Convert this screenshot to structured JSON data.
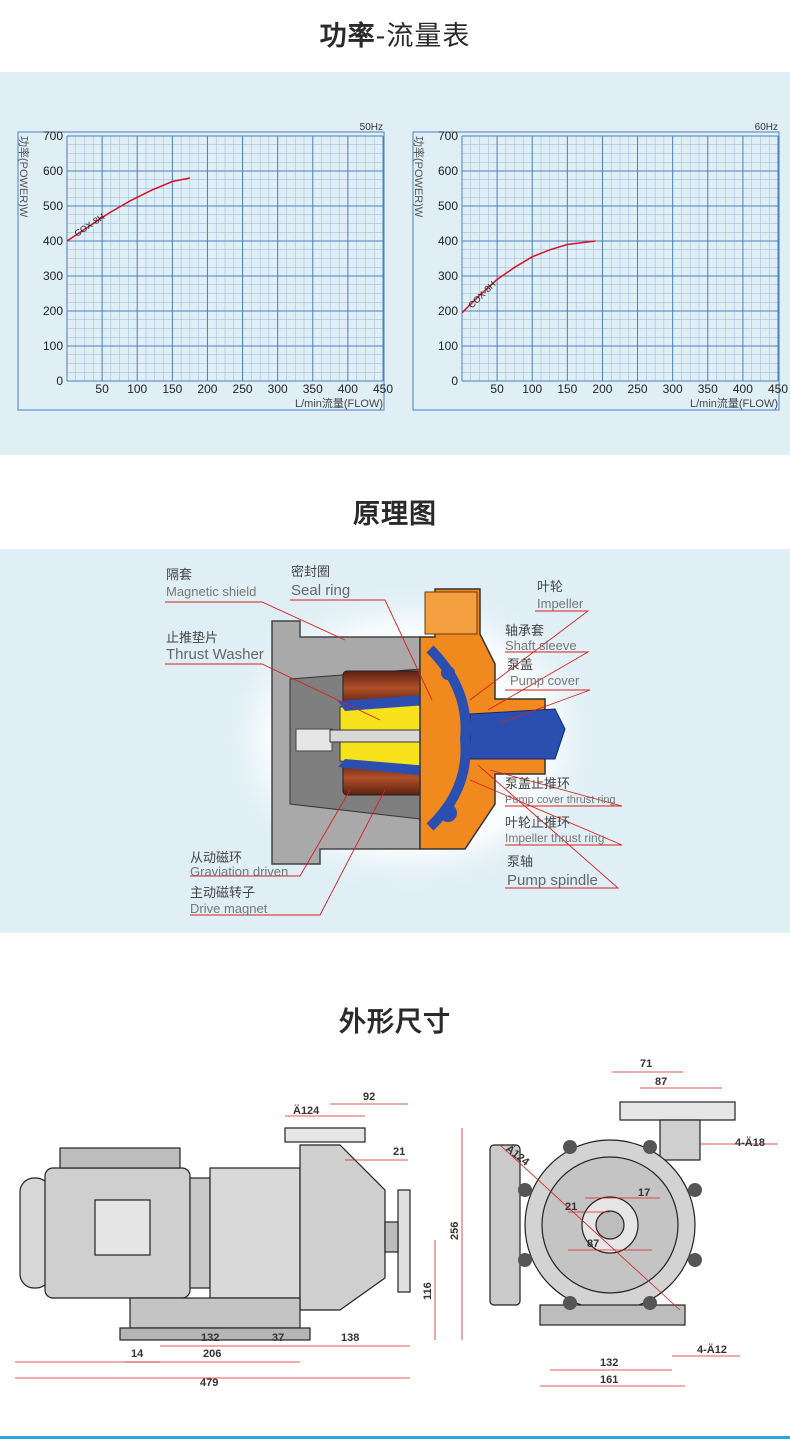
{
  "titles": {
    "power_flow_main": "功率",
    "power_flow_rest": "-流量表",
    "principle": "原理图",
    "dimensions": "外形尺寸"
  },
  "chart_data": [
    {
      "type": "line",
      "frequency_label": "50Hz",
      "ylabel": "功率(POWER)W",
      "xlabel": "L/min流量(FLOW)",
      "xlim": [
        0,
        450
      ],
      "ylim": [
        0,
        700
      ],
      "x_ticks": [
        "50",
        "100",
        "150",
        "200",
        "250",
        "300",
        "350",
        "400",
        "450"
      ],
      "y_ticks": [
        "0",
        "100",
        "200",
        "300",
        "400",
        "500",
        "600",
        "700"
      ],
      "grid": true,
      "series": [
        {
          "name": "COX-8H",
          "x": [
            0,
            30,
            60,
            90,
            120,
            150,
            175
          ],
          "y": [
            400,
            440,
            480,
            515,
            545,
            570,
            580
          ]
        }
      ]
    },
    {
      "type": "line",
      "frequency_label": "60Hz",
      "ylabel": "功率(POWER)W",
      "xlabel": "L/min流量(FLOW)",
      "xlim": [
        0,
        450
      ],
      "ylim": [
        0,
        700
      ],
      "x_ticks": [
        "50",
        "100",
        "150",
        "200",
        "250",
        "300",
        "350",
        "400",
        "450"
      ],
      "y_ticks": [
        "0",
        "100",
        "200",
        "300",
        "400",
        "500",
        "600",
        "700"
      ],
      "grid": true,
      "series": [
        {
          "name": "COX-8H",
          "x": [
            0,
            25,
            50,
            75,
            100,
            125,
            150,
            190
          ],
          "y": [
            195,
            245,
            290,
            325,
            355,
            375,
            390,
            400
          ]
        }
      ]
    }
  ],
  "diagram_labels": {
    "magnetic_shield_cn": "隔套",
    "magnetic_shield_en": "Magnetic shield",
    "seal_ring_cn": "密封圈",
    "seal_ring_en": "Seal ring",
    "thrust_washer_cn": "止推垫片",
    "thrust_washer_en": "Thrust Washer",
    "impeller_cn": "叶轮",
    "impeller_en": "Impeller",
    "shaft_sleeve_cn": "轴承套",
    "shaft_sleeve_en": "Shaft sleeve",
    "pump_cover_cn": "泵盖",
    "pump_cover_en": "Pump cover",
    "cover_thrust_cn": "泵盖止推环",
    "cover_thrust_en": "Pump cover thrust ring",
    "impeller_thrust_cn": "叶轮止推环",
    "impeller_thrust_en": "Impeller thrust ring",
    "pump_spindle_cn": "泵轴",
    "pump_spindle_en": "Pump spindle",
    "driven_cn": "从动磁环",
    "driven_en": "Graviation driven",
    "drive_cn": "主动磁转子",
    "drive_en": "Drive magnet"
  },
  "dimensions_side": {
    "d_124": "Ä124",
    "d_92": "92",
    "d_21": "21",
    "d_256": "256",
    "d_116": "116",
    "d_14": "14",
    "d_132": "132",
    "d_37": "37",
    "d_138": "138",
    "d_206": "206",
    "d_479": "479"
  },
  "dimensions_front": {
    "d_71": "71",
    "d_87_top": "87",
    "d_4a18": "4-Ä18",
    "d_124": "Ä124",
    "d_17": "17",
    "d_21": "21",
    "d_87": "87",
    "d_132": "132",
    "d_161": "161",
    "d_4a12": "4-Ä12"
  },
  "colors": {
    "band": "#dfeff5",
    "grid": "#4a7fc0",
    "curve": "#d8112a",
    "accent_line": "#2aa7d8",
    "orange": "#f08a1e",
    "blue_part": "#2a4fb0",
    "yellow_part": "#f7e21b"
  }
}
